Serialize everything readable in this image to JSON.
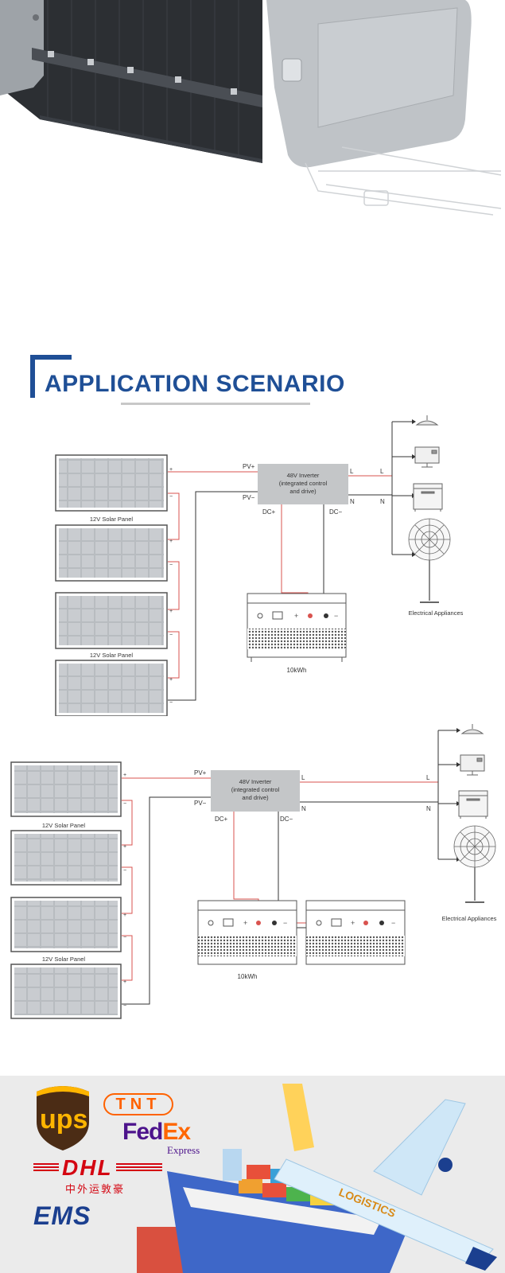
{
  "heading": {
    "title": "APPLICATION SCENARIO"
  },
  "diagram1": {
    "panel_label_top": "12V Solar Panel",
    "panel_label_mid": "12V Solar Panel",
    "pv_plus": "PV+",
    "pv_minus": "PV−",
    "inverter_lines": [
      "48V Inverter",
      "(integrated control",
      "and drive)"
    ],
    "dc_plus": "DC+",
    "dc_minus": "DC−",
    "l_in": "L",
    "l_out": "L",
    "n_in": "N",
    "n_out": "N",
    "battery_label": "10kWh",
    "appliances_label": "Electrical Appliances",
    "plus": "+",
    "minus": "−"
  },
  "diagram2": {
    "panel_label_top": "12V Solar Panel",
    "panel_label_mid": "12V Solar Panel",
    "pv_plus": "PV+",
    "pv_minus": "PV−",
    "inverter_lines": [
      "48V Inverter",
      "(integrated control",
      "and drive)"
    ],
    "dc_plus": "DC+",
    "dc_minus": "DC−",
    "l_in": "L",
    "l_out": "L",
    "n_in": "N",
    "n_out": "N",
    "battery_label": "10kWh",
    "appliances_label": "Electrical Appliances",
    "plus": "+",
    "minus": "−"
  },
  "logistics": {
    "ups": "ups",
    "tnt": "TNT",
    "fedex_fed": "Fed",
    "fedex_ex": "Ex",
    "fedex_express": "Express",
    "dhl": "DHL",
    "dhl_cn": "中外运敦豪",
    "ems": "EMS",
    "plane_text": "LOGISTICS"
  },
  "colors": {
    "accent_blue": "#1f4f96",
    "wire_red": "#d9534f",
    "wire_dark": "#333333",
    "dhl_red": "#d40511",
    "fedex_purple": "#4d148c",
    "fedex_orange": "#ff6600",
    "ups_brown": "#4b2c15",
    "ups_gold": "#ffb500",
    "tnt_orange": "#ff6200"
  }
}
